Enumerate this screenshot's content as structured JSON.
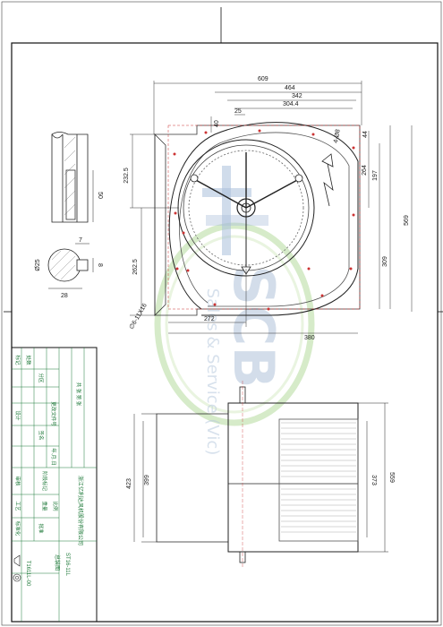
{
  "drawing": {
    "title_block": {
      "company": "浙江亿利达风机股份有限公司",
      "product_code": "ST16-11L",
      "drawing_name": "总装图",
      "drawing_no": "T1611L-00",
      "row_labels": [
        "标记",
        "处数",
        "分区",
        "更改文件号",
        "签名",
        "年.月.日"
      ],
      "role_labels": [
        "设计",
        "审核",
        "工艺",
        "标准化",
        "批准"
      ],
      "stage_labels": [
        "阶段标记",
        "重量",
        "比例"
      ],
      "sheet_label": "共 张 第 张"
    },
    "watermark": {
      "line1": "SCB",
      "line2": "Sales & Service (Vic)"
    },
    "dimensions": {
      "top": [
        "609",
        "464",
        "342",
        "304.4",
        "25",
        "40"
      ],
      "left_front": [
        "232.5",
        "262.5"
      ],
      "right_front": [
        "264",
        "197",
        "309",
        "569",
        "44"
      ],
      "bottom_front": [
        "272",
        "380"
      ],
      "angle_note": "4-Ø8",
      "hole_note": "∅6-11X16",
      "shaft_section": [
        "7",
        "Ø25",
        "8",
        "28"
      ],
      "shaft_view": [
        "50"
      ],
      "side_left": [
        "399",
        "423"
      ],
      "side_right": [
        "373",
        "559"
      ]
    }
  }
}
